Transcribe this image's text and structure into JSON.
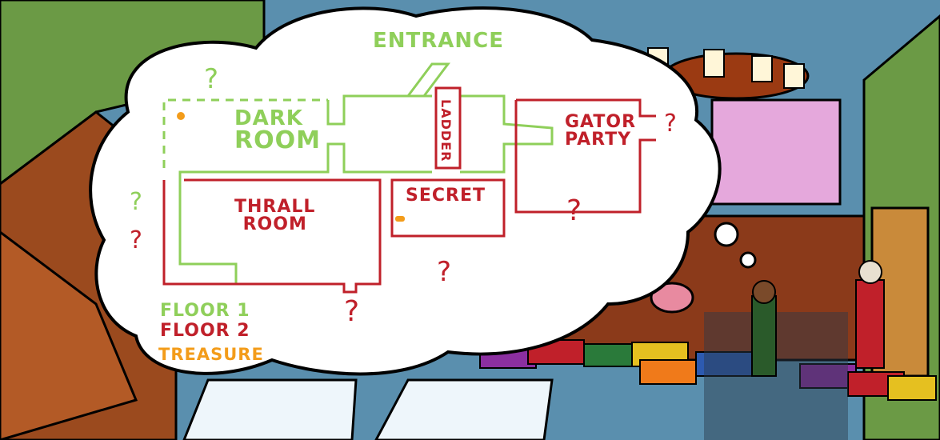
{
  "map": {
    "entrance": "ENTRANCE",
    "dark_room_line1": "DARK",
    "dark_room_line2": "ROOM",
    "ladder": "LADDER",
    "gator_party_line1": "GATOR",
    "gator_party_line2": "PARTY",
    "thrall_room_line1": "THRALL",
    "thrall_room_line2": "ROOM",
    "secret": "SECRET",
    "unknown_mark": "?"
  },
  "legend": {
    "floor1": "FLOOR 1",
    "floor2": "FLOOR 2",
    "treasure": "TREASURE"
  },
  "colors": {
    "floor1": "#8fcf5a",
    "floor2": "#c0202a",
    "treasure": "#f39c1a",
    "wall_green": "#6b9a45",
    "wall_blue": "#5a8fae",
    "wood": "#8b3a1a"
  }
}
